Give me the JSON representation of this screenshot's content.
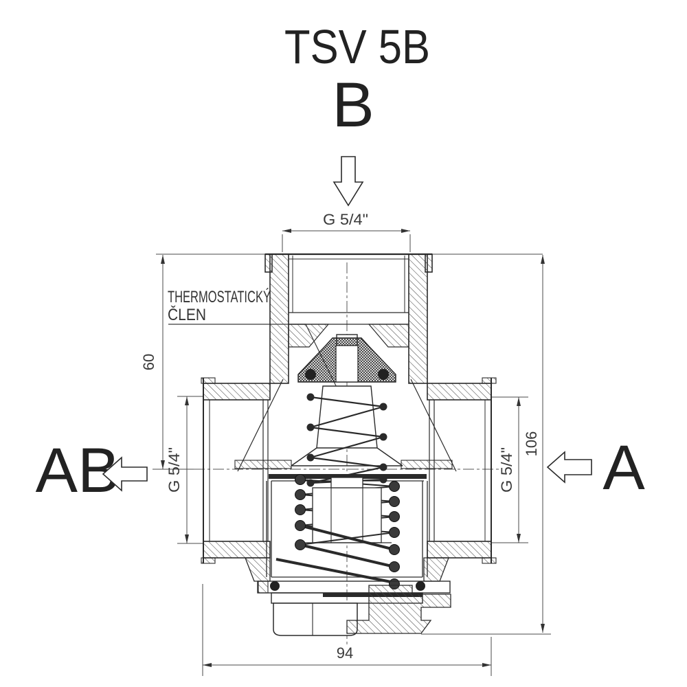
{
  "title": "TSV 5B",
  "ports": {
    "b": "B",
    "ab": "AB",
    "a": "A"
  },
  "labels": {
    "thermo_line1": "THERMOSTATICKÝ",
    "thermo_line2": "ČLEN"
  },
  "dimensions": {
    "top_thread": "G 5/4\"",
    "left_thread": "G 5/4\"",
    "right_thread": "G 5/4\"",
    "height_upper": "60",
    "height_total": "106",
    "width_total": "94"
  },
  "colors": {
    "line": "#2a2a2a",
    "dimension": "#4a4a4a",
    "background": "#ffffff"
  }
}
